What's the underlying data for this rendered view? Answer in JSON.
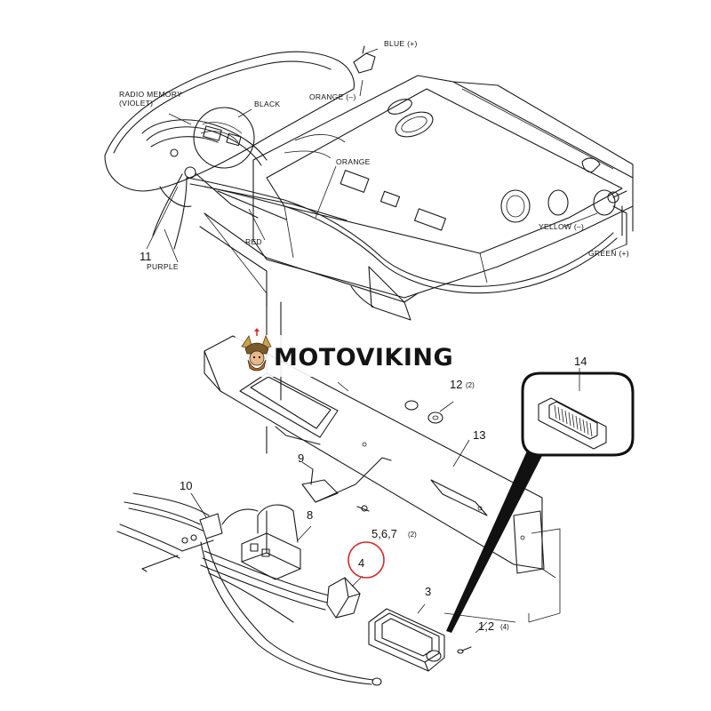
{
  "diagram": {
    "wire_labels": {
      "blue": "BLUE (+)",
      "orange_neg": "ORANGE (–)",
      "radio_memory_1": "RADIO MEMORY",
      "radio_memory_2": "(VIOLET)",
      "black": "BLACK",
      "orange": "ORANGE",
      "red": "RED",
      "purple": "PURPLE",
      "yellow": "YELLOW (–)",
      "green": "GREEN (+)"
    },
    "callouts": {
      "c11": "11",
      "c14": "14",
      "c12": "12",
      "c12_qty": "(2)",
      "c13": "13",
      "c9": "9",
      "c10": "10",
      "c8": "8",
      "c567": "5,6,7",
      "c567_qty": "(2)",
      "c4": "4",
      "c3": "3",
      "c12b": "1,2",
      "c12b_qty": "(4)"
    },
    "highlight_color": "#d62828"
  },
  "watermark": {
    "text": "MOTOVIKING"
  }
}
